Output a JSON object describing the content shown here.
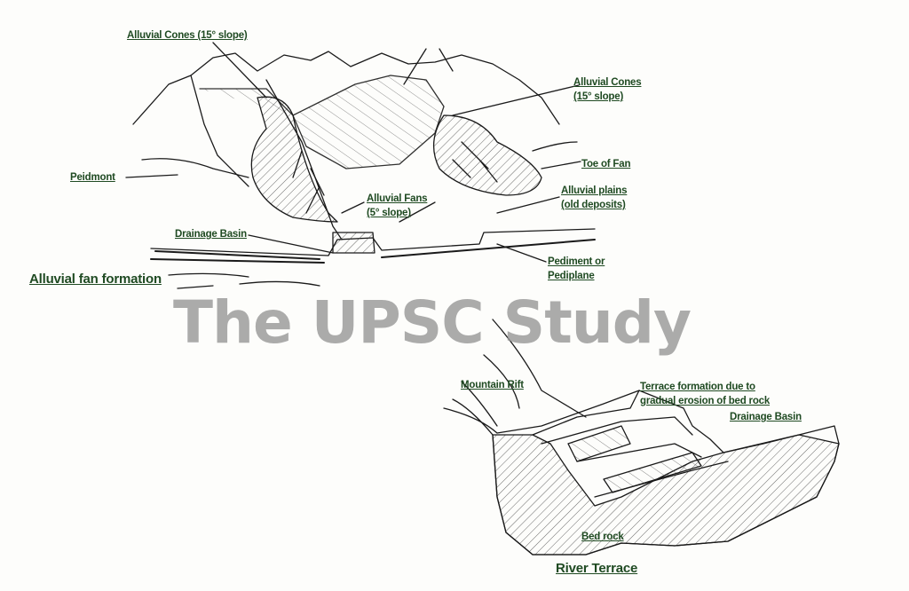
{
  "alluvial_fan_diagram": {
    "title": "Alluvial fan formation",
    "labels": {
      "cones_left": "Alluvial Cones (15° slope)",
      "cones_right_1": "Alluvial Cones",
      "cones_right_2": "(15° slope)",
      "peidmont": "Peidmont",
      "toe_of_fan": "Toe of Fan",
      "fans_1": "Alluvial Fans",
      "fans_2": "(5° slope)",
      "plains_1": "Alluvial plains",
      "plains_2": "(old deposits)",
      "drainage_basin": "Drainage Basin",
      "pediment_1": "Pediment or",
      "pediment_2": "Pediplane"
    }
  },
  "watermark": "The UPSC Study",
  "river_terrace_diagram": {
    "title": "River Terrace",
    "labels": {
      "mountain_rift": "Mountain Rift",
      "terrace_1": "Terrace formation due to",
      "terrace_2": "gradual erosion of bed rock",
      "drainage_basin": "Drainage Basin",
      "bed_rock": "Bed rock"
    }
  },
  "colors": {
    "label": "#1f4a22",
    "ink": "#1a1a1a",
    "watermark": "#969696"
  }
}
